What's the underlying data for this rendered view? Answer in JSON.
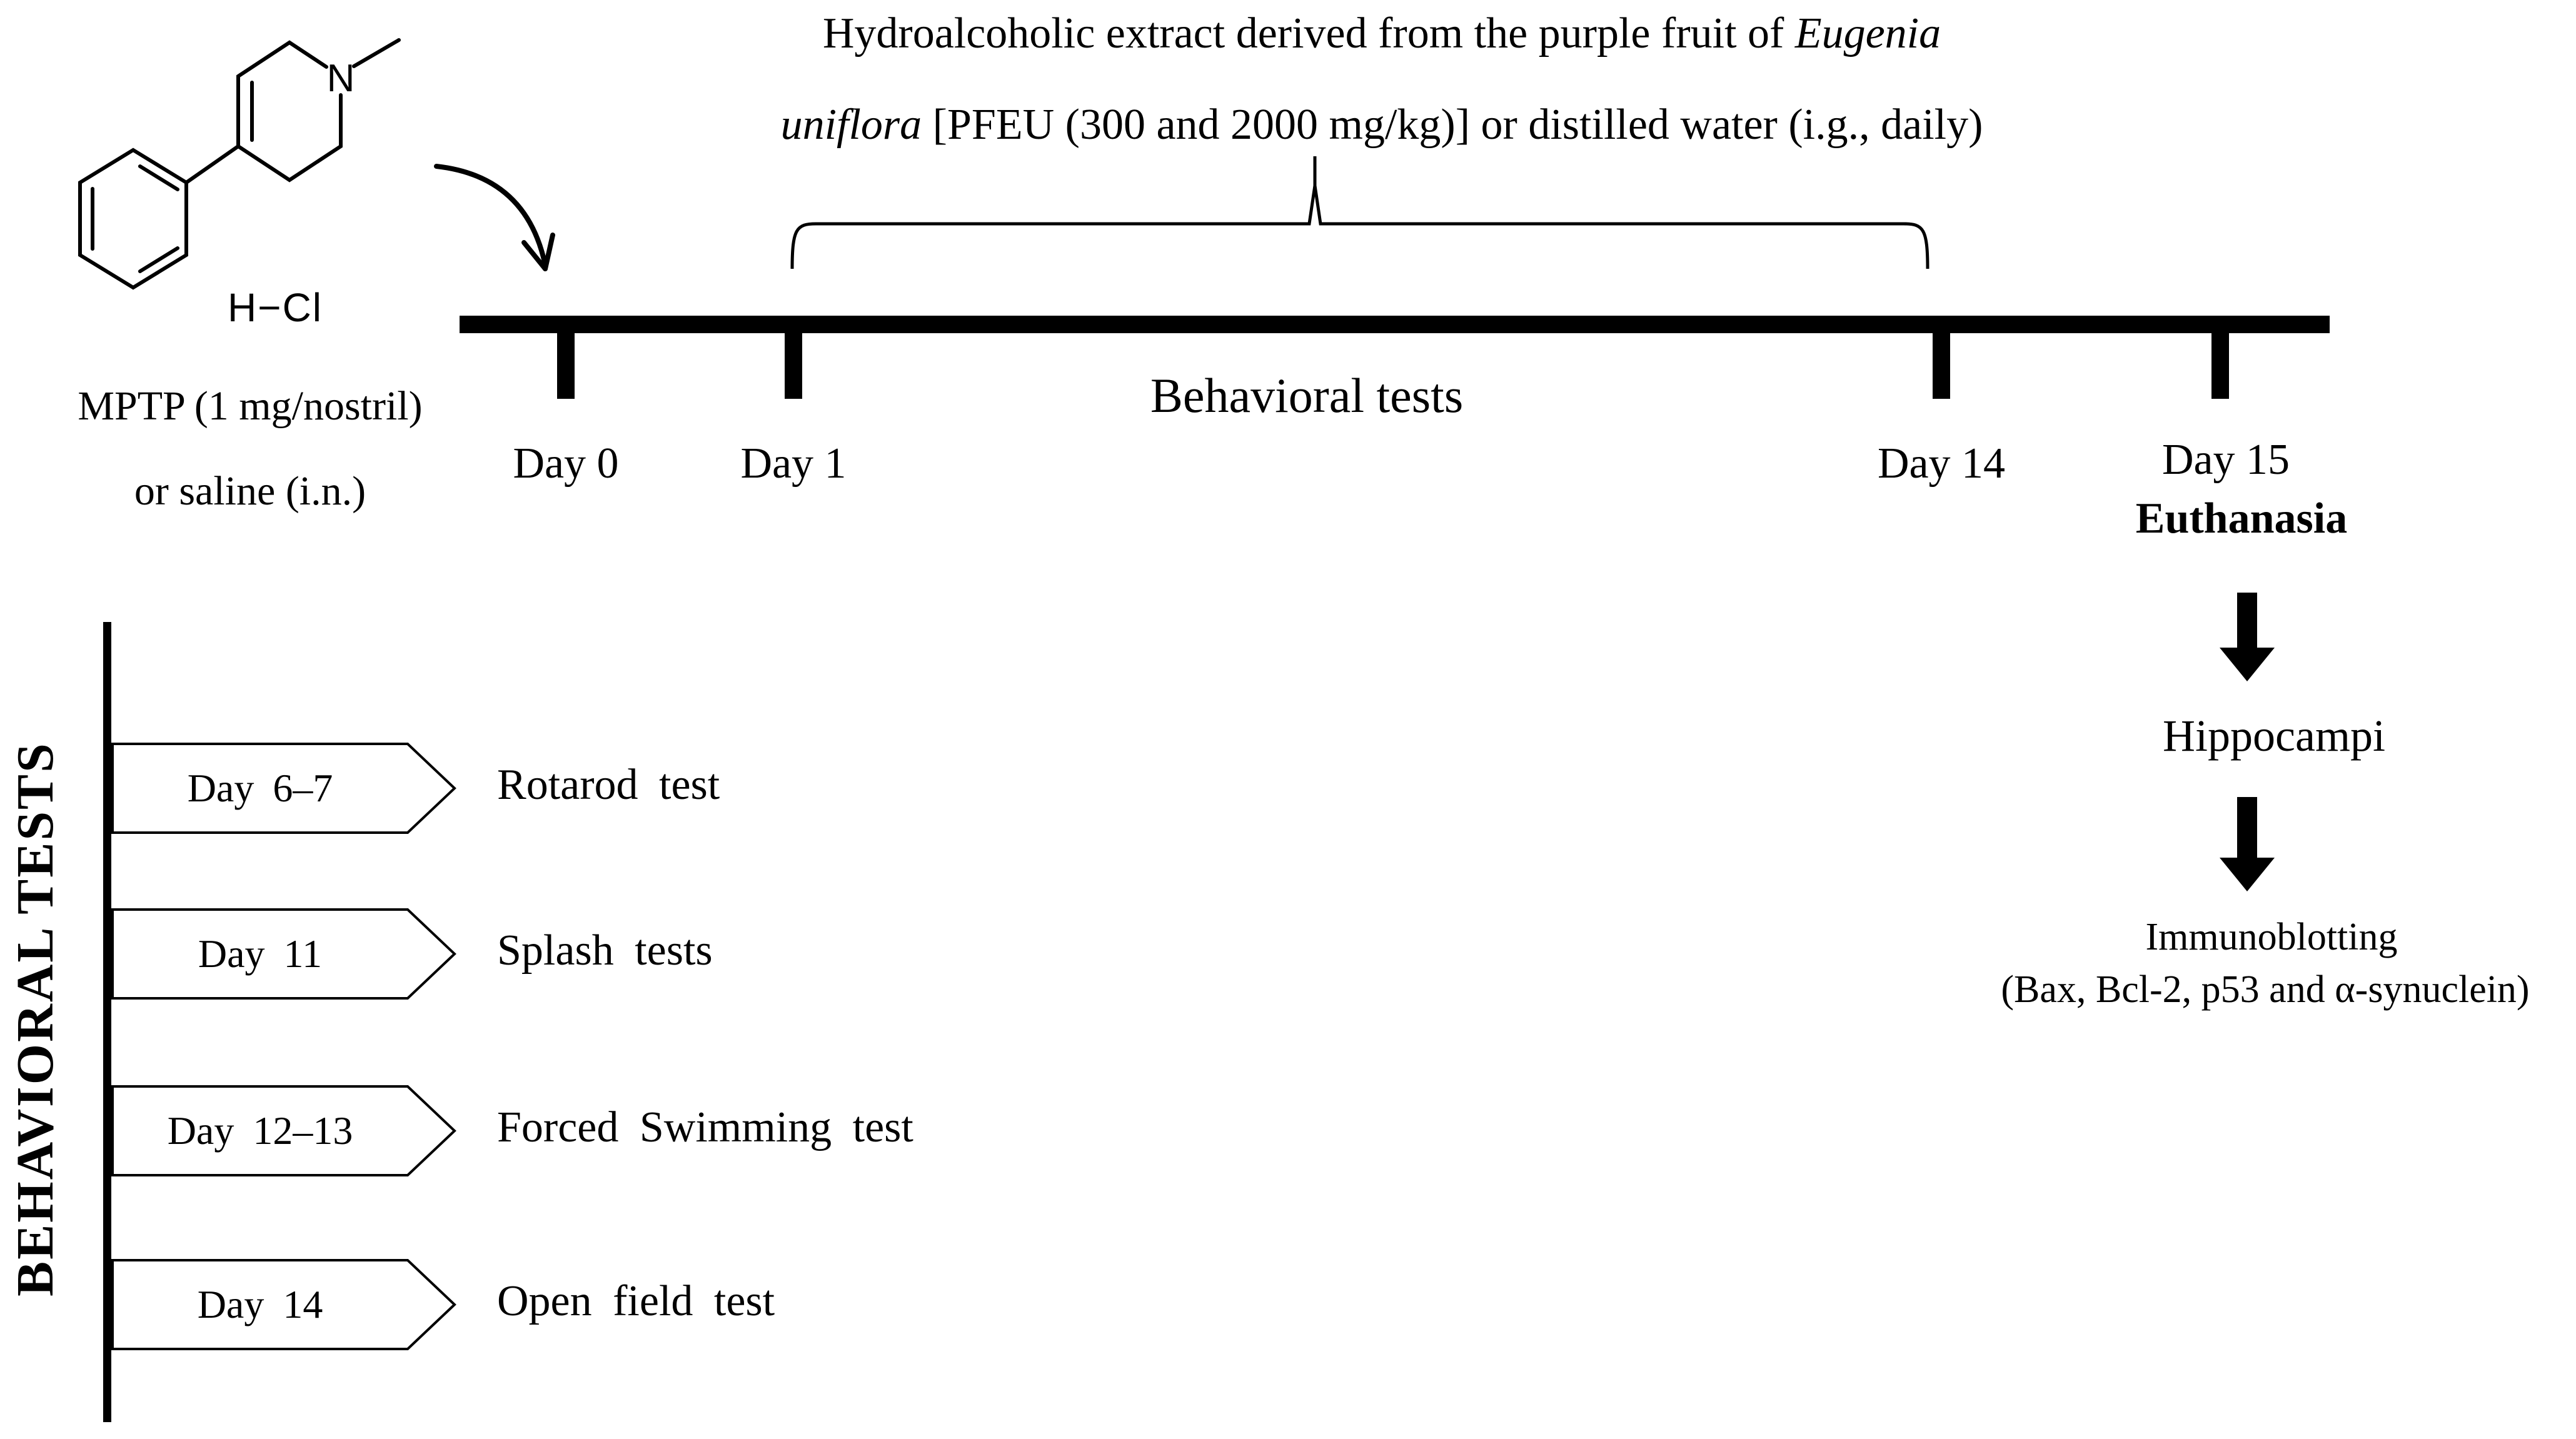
{
  "molecule": {
    "n_label": "N",
    "hcl_label": "H−Cl",
    "name_line1": "MPTP (1 mg/nostril)",
    "name_line2": "or saline (i.n.)"
  },
  "treatment": {
    "line1_text": "Hydroalcoholic extract derived from the purple fruit of ",
    "line1_species": "Eugenia",
    "line2_species": "uniflora",
    "line2_text": " [PFEU (300 and 2000 mg/kg)] or distilled water (i.g., daily)"
  },
  "timeline": {
    "center_label": "Behavioral tests",
    "tick_labels": [
      "Day 0",
      "Day 1",
      "Day 14",
      "Day 15"
    ]
  },
  "endpoint": {
    "event": "Euthanasia",
    "tissue": "Hippocampi",
    "assay": "Immunoblotting",
    "assay_targets": "(Bax, Bcl-2, p53 and α-synuclein)"
  },
  "behavioral_tests": {
    "axis_label": "BEHAVIORAL TESTS",
    "items": [
      {
        "day": "Day 6–7",
        "test": "Rotarod test"
      },
      {
        "day": "Day 11",
        "test": "Splash tests"
      },
      {
        "day": "Day 12–13",
        "test": "Forced Swimming test"
      },
      {
        "day": "Day 14",
        "test": "Open field test"
      }
    ]
  },
  "colors": {
    "ink": "#000000",
    "background": "#ffffff"
  }
}
